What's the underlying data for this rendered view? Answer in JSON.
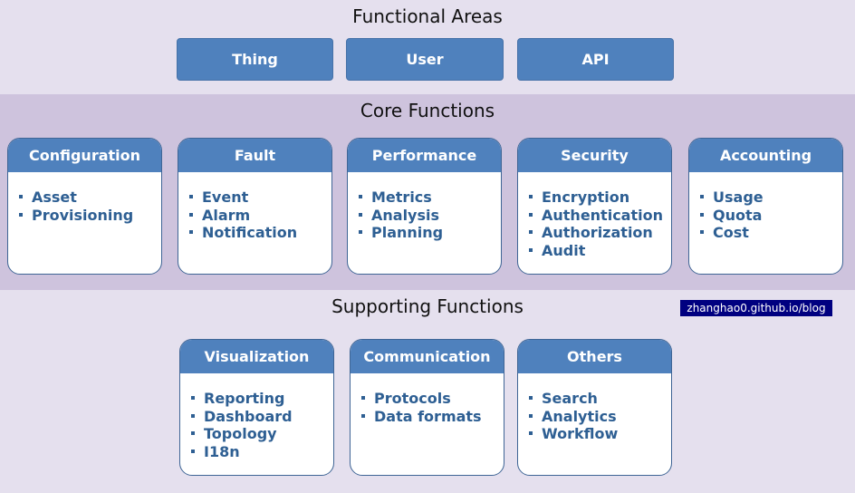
{
  "functional_areas": {
    "title": "Functional Areas",
    "items": [
      "Thing",
      "User",
      "API"
    ]
  },
  "core_functions": {
    "title": "Core Functions",
    "cards": [
      {
        "title": "Configuration",
        "items": [
          "Asset",
          "Provisioning"
        ]
      },
      {
        "title": "Fault",
        "items": [
          "Event",
          "Alarm",
          "Notification"
        ]
      },
      {
        "title": "Performance",
        "items": [
          "Metrics",
          "Analysis",
          "Planning"
        ]
      },
      {
        "title": "Security",
        "items": [
          "Encryption",
          "Authentication",
          "Authorization",
          "Audit"
        ]
      },
      {
        "title": "Accounting",
        "items": [
          "Usage",
          "Quota",
          "Cost"
        ]
      }
    ]
  },
  "supporting_functions": {
    "title": "Supporting Functions",
    "cards": [
      {
        "title": "Visualization",
        "items": [
          "Reporting",
          "Dashboard",
          "Topology",
          "I18n"
        ]
      },
      {
        "title": "Communication",
        "items": [
          "Protocols",
          "Data formats"
        ]
      },
      {
        "title": "Others",
        "items": [
          "Search",
          "Analytics",
          "Workflow"
        ]
      }
    ]
  },
  "watermark": "zhanghao0.github.io/blog"
}
